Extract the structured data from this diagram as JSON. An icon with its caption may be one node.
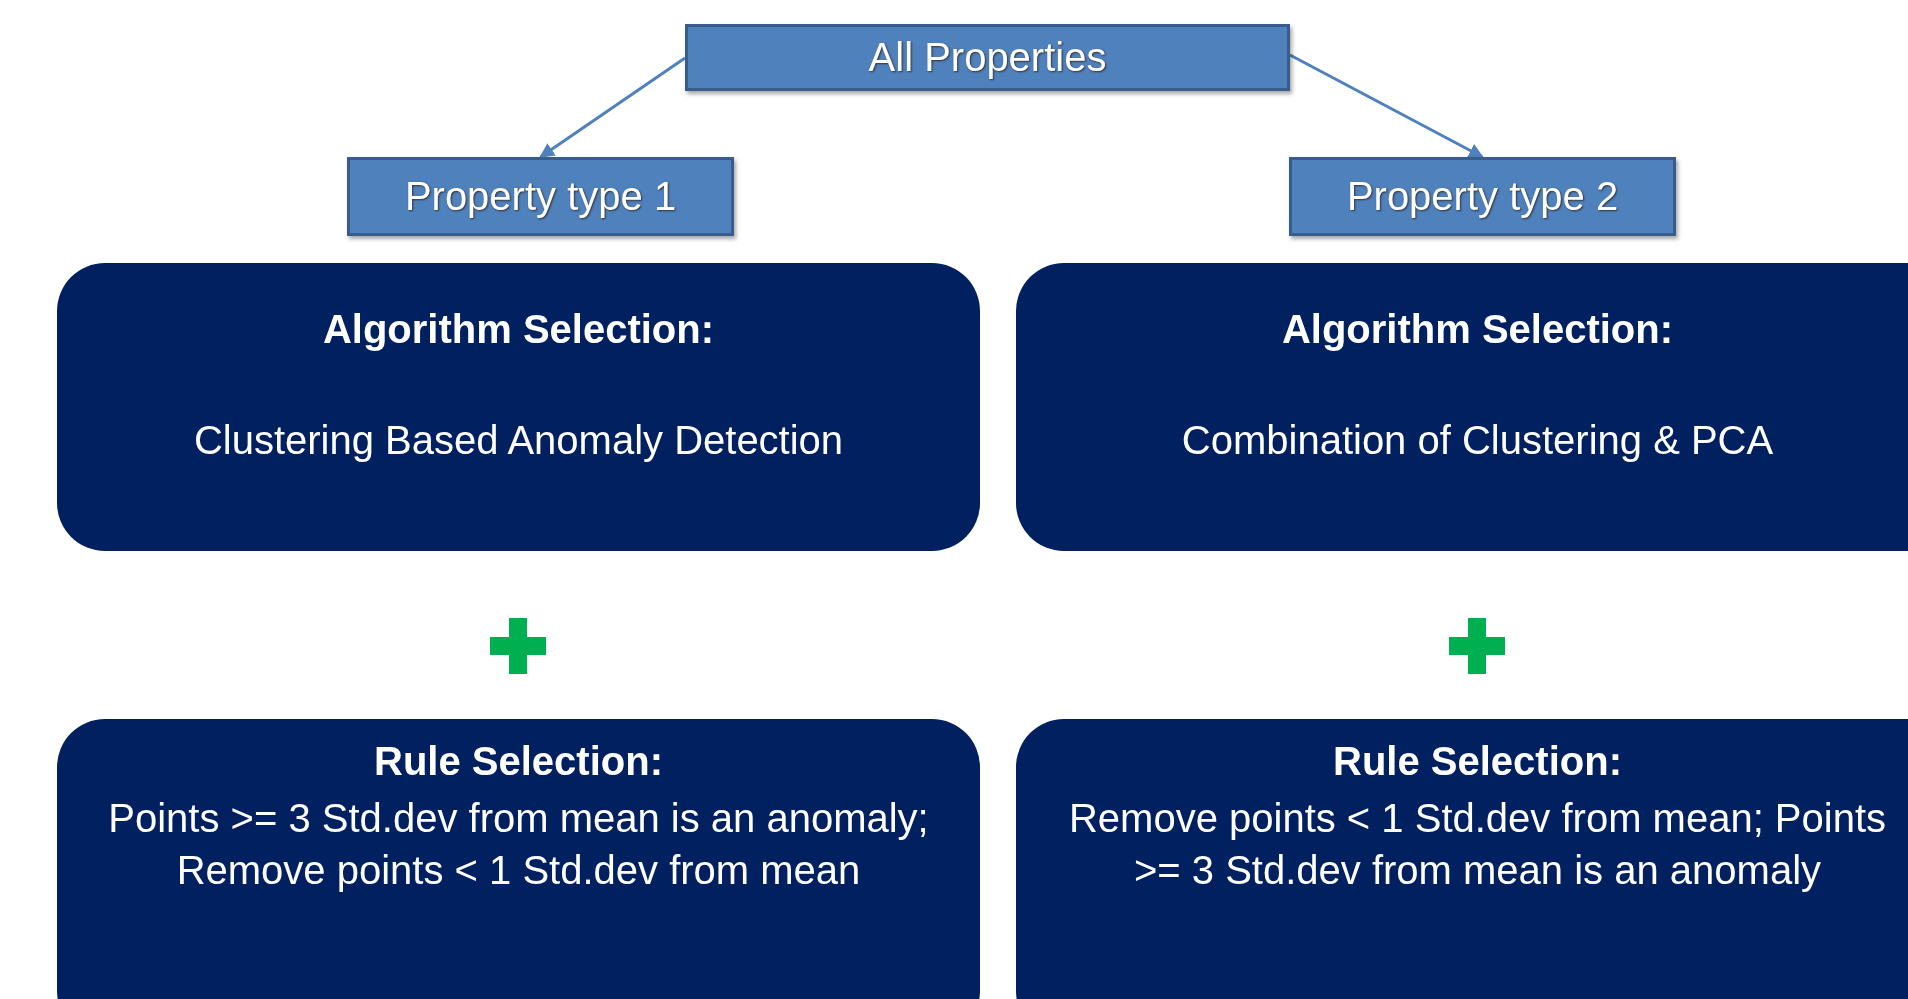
{
  "diagram": {
    "nodes": [
      {
        "text": [
          "All Properties"
        ]
      },
      {
        "text": [
          "Property type 1"
        ]
      },
      {
        "text": [
          "Property type 2"
        ]
      },
      {
        "text": [
          "Algorithm Selection:",
          "Clustering Based Anomaly Detection"
        ]
      },
      {
        "text": [
          "Algorithm Selection:",
          "Combination of Clustering & PCA"
        ]
      },
      {
        "text": [
          "Rule Selection:",
          "Points >= 3 Std.dev from mean is an anomaly; Remove points < 1 Std.dev from mean"
        ]
      },
      {
        "text": [
          "Rule Selection:",
          "Remove points < 1 Std.dev from mean; Points >= 3 Std.dev from mean is an anomaly"
        ]
      }
    ],
    "edges": [
      {
        "from": 0,
        "to": 1,
        "arrow": "to"
      },
      {
        "from": 0,
        "to": 2,
        "arrow": "to"
      }
    ]
  }
}
